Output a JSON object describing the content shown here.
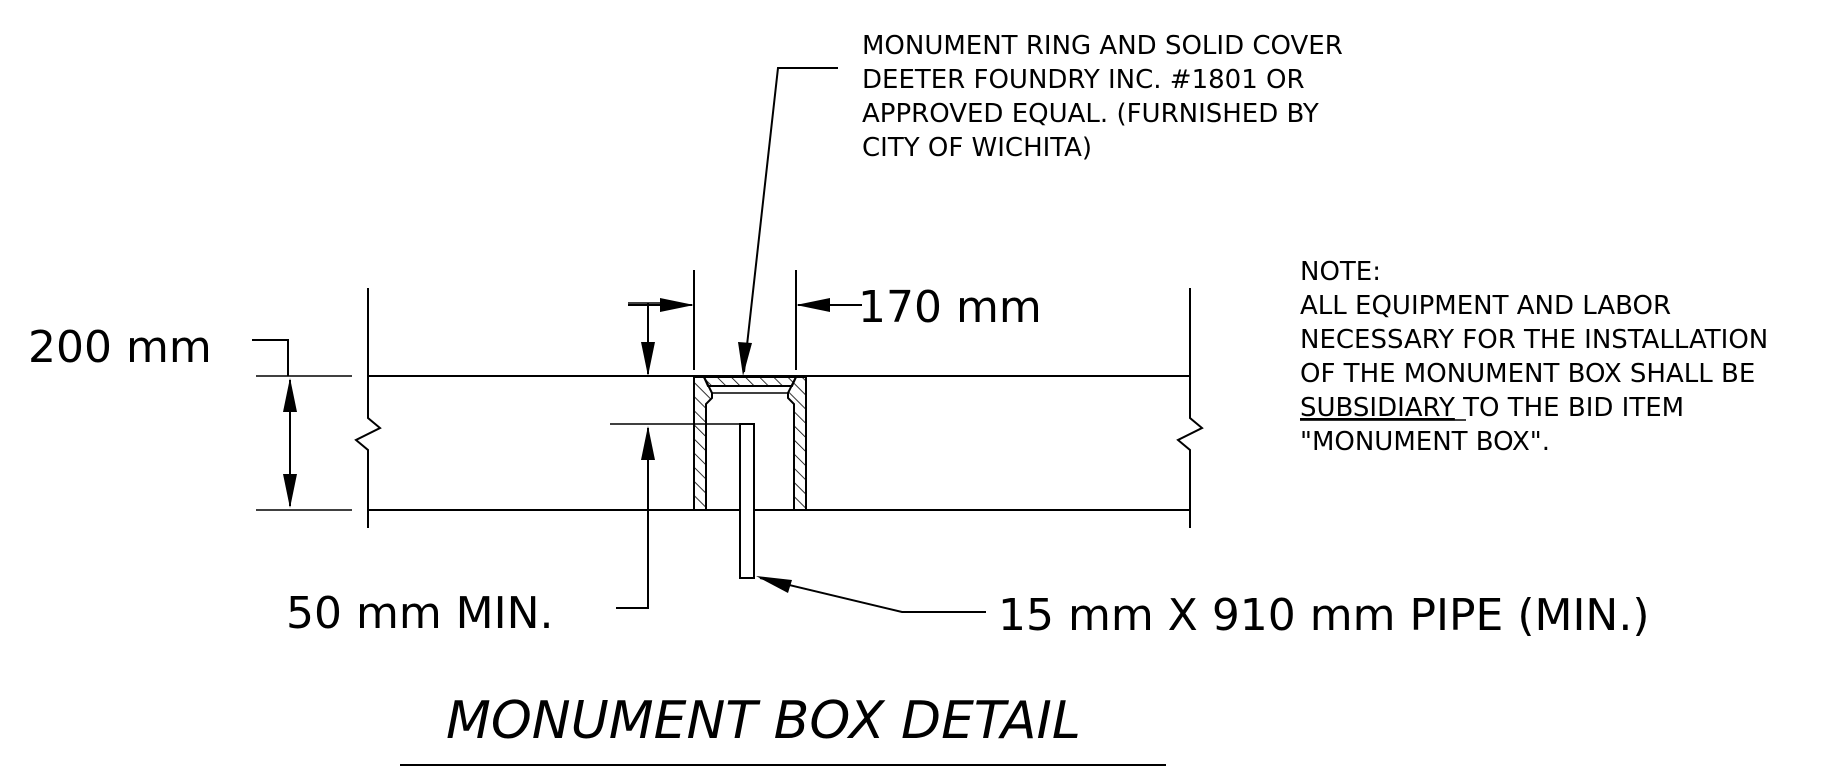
{
  "callout_cover": {
    "lines": [
      "MONUMENT RING AND SOLID COVER",
      "DEETER FOUNDRY INC. #1801 OR",
      "APPROVED EQUAL.  (FURNISHED BY",
      "CITY OF WICHITA)"
    ]
  },
  "note": {
    "heading": "NOTE:",
    "line1": "ALL EQUIPMENT AND LABOR",
    "line2": "NECESSARY FOR THE INSTALLATION",
    "line3": "OF THE MONUMENT BOX SHALL BE",
    "line4_underlined": "SUBSIDIARY",
    "line4_rest": " TO THE BID ITEM",
    "line5": "\"MONUMENT BOX\"."
  },
  "dimensions": {
    "width": "170 mm",
    "depth": "200 mm",
    "min_depth": "50 mm MIN.",
    "pipe": "15 mm X 910 mm PIPE (MIN.)"
  },
  "title": "MONUMENT BOX DETAIL"
}
